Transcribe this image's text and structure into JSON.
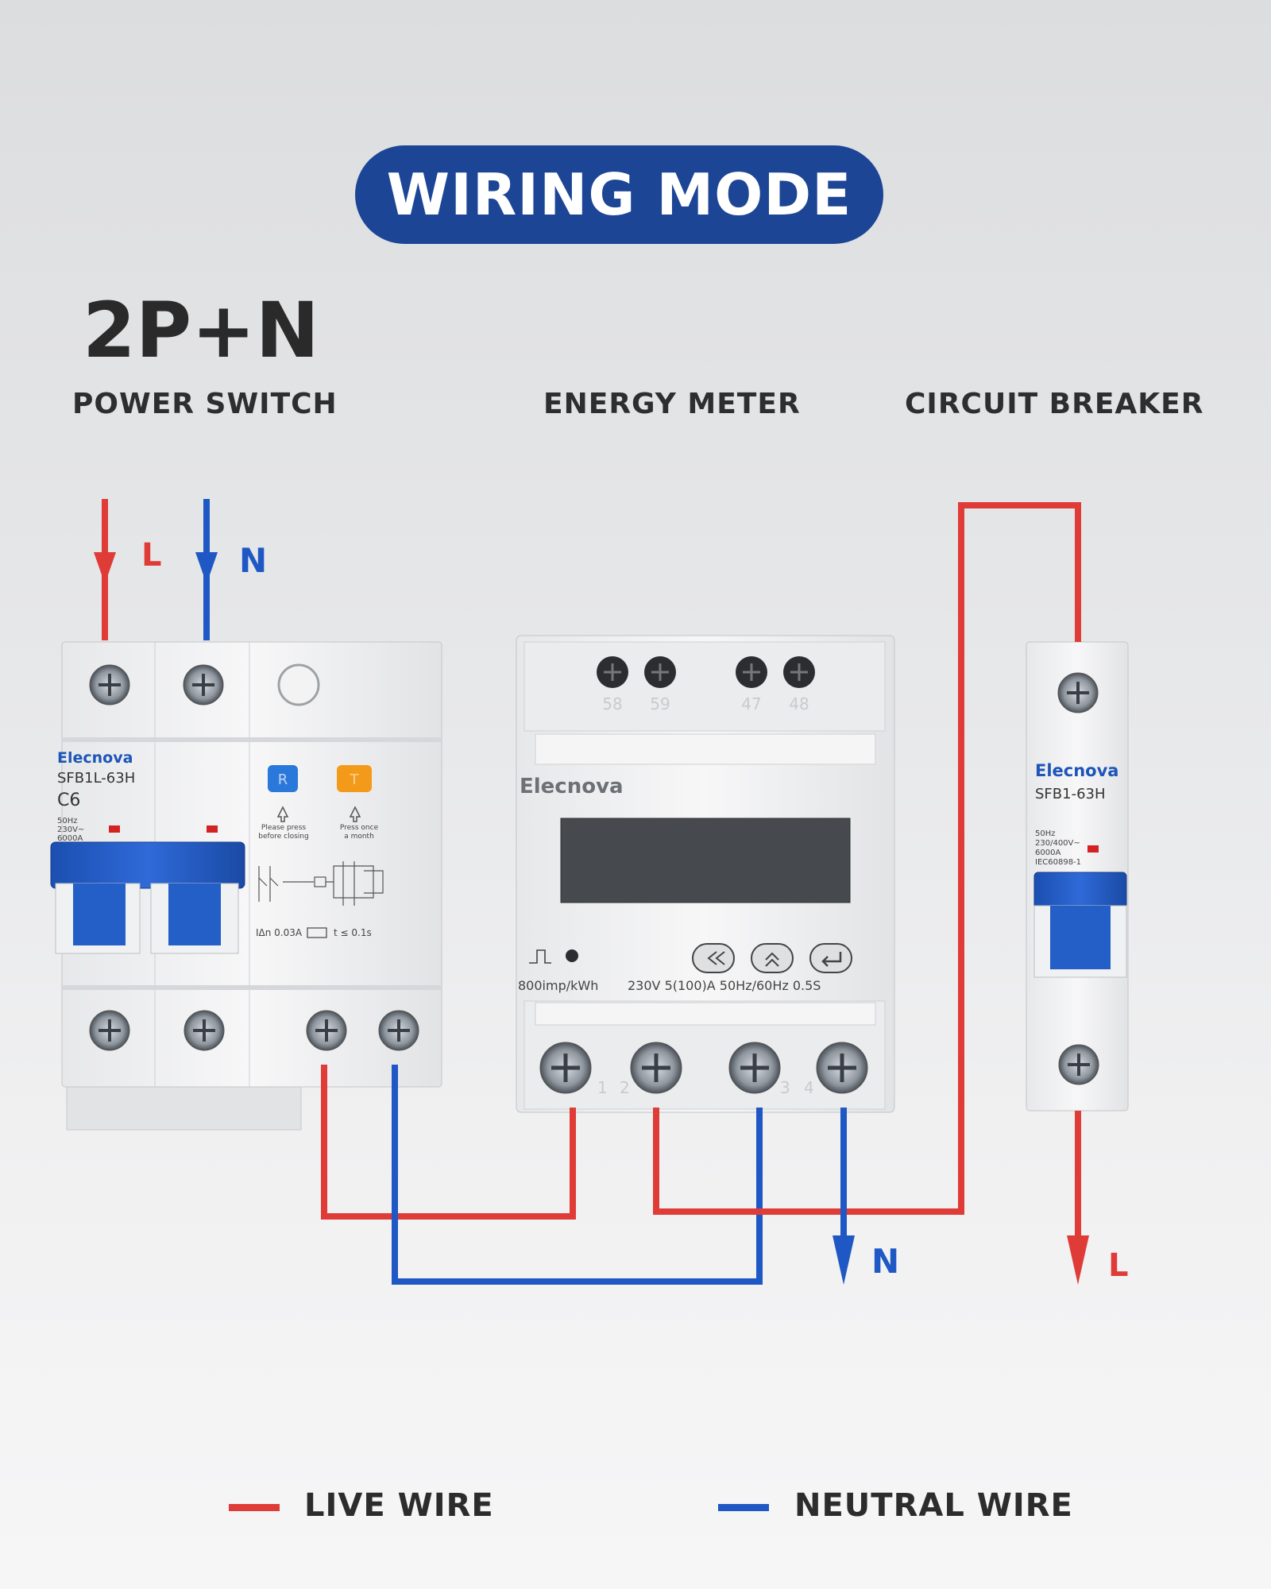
{
  "title": "WIRING MODE",
  "mode": "2P+N",
  "sections": {
    "power_switch": "POWER SWITCH",
    "energy_meter": "ENERGY METER",
    "circuit_breaker": "CIRCUIT BREAKER"
  },
  "colors": {
    "live": "#e03c37",
    "neutral": "#1f58c4",
    "brand": "#1c4596"
  },
  "wire_labels": {
    "input_live": "L",
    "input_neutral": "N",
    "output_neutral": "N",
    "output_live": "L"
  },
  "power_switch": {
    "brand": "Elecnova",
    "model": "SFB1L-63H",
    "curve": "C6",
    "spec_lines": [
      "50Hz",
      "230V~",
      "6000A"
    ],
    "reset_key": "R",
    "reset_note": [
      "Please press",
      "before closing"
    ],
    "test_key": "T",
    "test_note": [
      "Press once",
      "a month"
    ],
    "rcd_rating": "IΔn 0.03A",
    "trip_time": "t ≤ 0.1s"
  },
  "energy_meter": {
    "brand": "Elecnova",
    "top_terminals": [
      "58",
      "59",
      "47",
      "48"
    ],
    "bottom_terminals": [
      "1",
      "2",
      "3",
      "4"
    ],
    "pulse_constant": "800imp/kWh",
    "specs": "230V  5(100)A  50Hz/60Hz  0.5S"
  },
  "circuit_breaker": {
    "brand": "Elecnova",
    "model": "SFB1-63H",
    "spec_lines": [
      "50Hz",
      "230/400V~",
      "6000A",
      "IEC60898-1"
    ]
  },
  "legend": {
    "live": "LIVE WIRE",
    "neutral": "NEUTRAL WIRE"
  }
}
